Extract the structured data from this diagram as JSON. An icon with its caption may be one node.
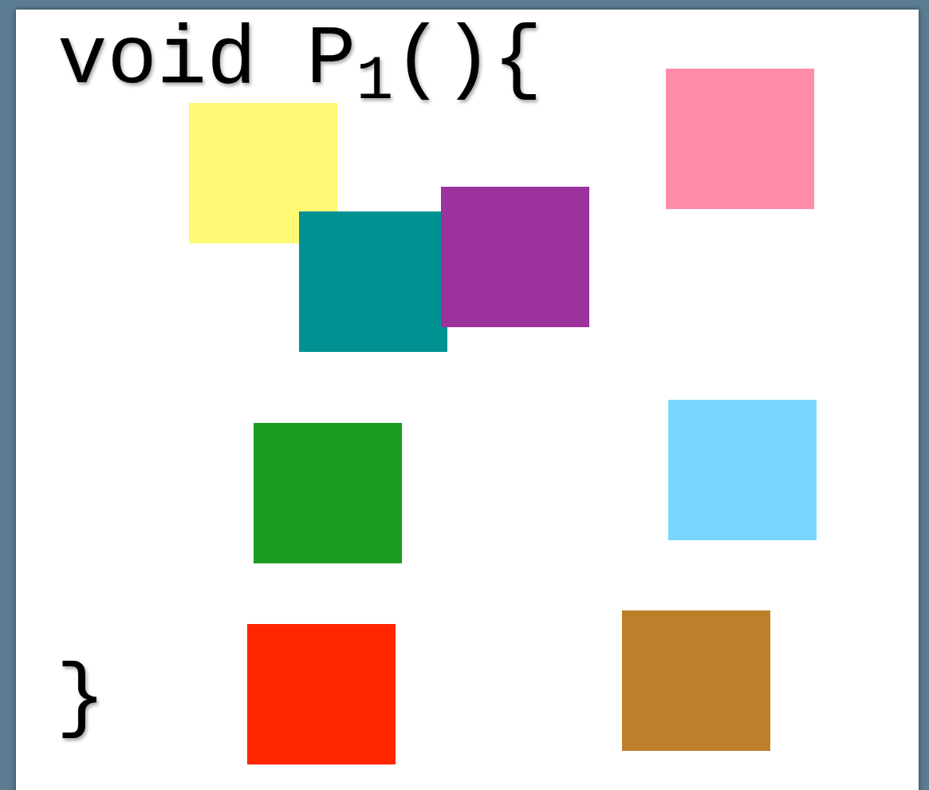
{
  "diagram": {
    "nodes": [
      {
        "text": [],
        "shape": "box"
      },
      {
        "text": [],
        "shape": "box"
      },
      {
        "text": [],
        "shape": "box"
      },
      {
        "text": [],
        "shape": "box"
      },
      {
        "text": [],
        "shape": "box"
      },
      {
        "text": [],
        "shape": "box"
      },
      {
        "text": [],
        "shape": "box"
      },
      {
        "text": [],
        "shape": "box"
      }
    ],
    "labels": [
      "void P$_{1}$(){",
      "}"
    ]
  }
}
